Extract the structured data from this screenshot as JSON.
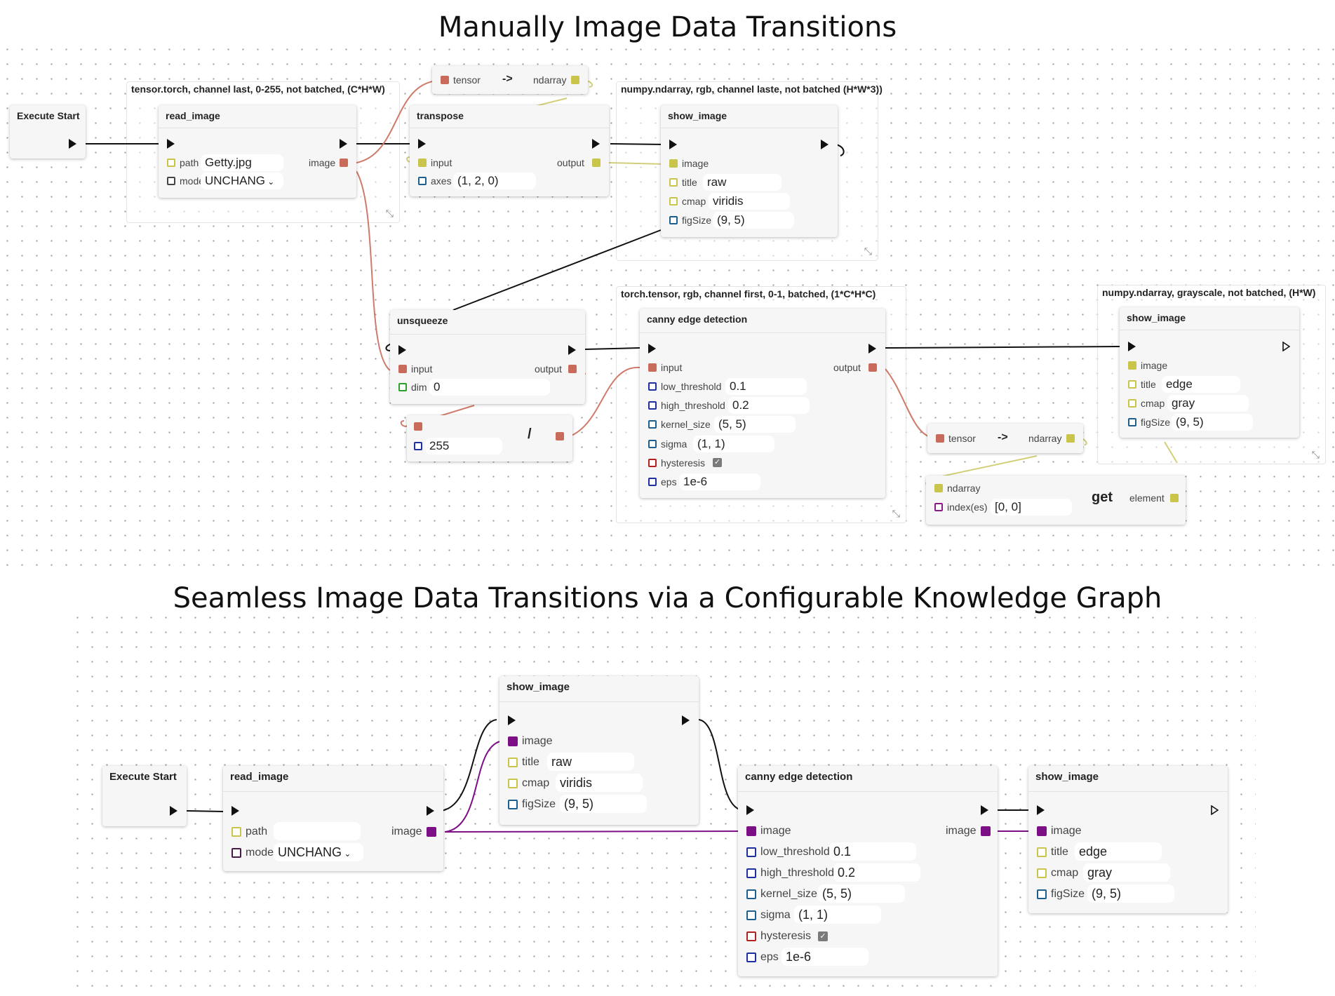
{
  "headings": {
    "top": "Manually Image Data Transitions",
    "bottom": "Seamless Image Data Transitions via a Configurable Knowledge Graph"
  },
  "colors": {
    "tensor": "#c86b5b",
    "ndarray": "#c9c44a",
    "image_purple": "#7d0f86",
    "exec": "#111111",
    "wire_tensor": "#cf7a6a",
    "wire_ndarray": "#d2cf7a",
    "wire_exec": "#111111"
  },
  "top": {
    "groups": {
      "g1": "tensor.torch, channel last, 0-255, not batched, (C*H*W)",
      "g2": "numpy.ndarray,  rgb, channel laste, not batched (H*W*3))",
      "g3": "torch.tensor, rgb, channel first, 0-1, batched, (1*C*H*C)",
      "g4": "numpy.ndarray, grayscale, not batched, (H*W)"
    },
    "execute_start": {
      "title": "Execute Start"
    },
    "read_image": {
      "title": "read_image",
      "path_label": "path",
      "path_value": "Getty.jpg",
      "mode_label": "mode",
      "mode_value": "UNCHANG",
      "out_label": "image"
    },
    "conv1": {
      "left": "tensor",
      "arrow": "->",
      "right": "ndarray"
    },
    "transpose": {
      "title": "transpose",
      "input_label": "input",
      "output_label": "output",
      "axes_label": "axes",
      "axes_value": "(1, 2, 0)"
    },
    "show1": {
      "title": "show_image",
      "image_label": "image",
      "title_label": "title",
      "title_value": "raw",
      "cmap_label": "cmap",
      "cmap_value": "viridis",
      "fig_label": "figSize",
      "fig_value": "(9, 5)"
    },
    "unsqueeze": {
      "title": "unsqueeze",
      "input_label": "input",
      "output_label": "output",
      "dim_label": "dim",
      "dim_value": "0"
    },
    "divide": {
      "value": "255",
      "op": "/"
    },
    "canny": {
      "title": "canny edge detection",
      "input_label": "input",
      "output_label": "output",
      "low_label": "low_threshold",
      "low_value": "0.1",
      "high_label": "high_threshold",
      "high_value": "0.2",
      "kernel_label": "kernel_size",
      "kernel_value": "(5, 5)",
      "sigma_label": "sigma",
      "sigma_value": "(1, 1)",
      "hyst_label": "hysteresis",
      "hyst_check": "✓",
      "eps_label": "eps",
      "eps_value": "1e-6"
    },
    "conv2": {
      "left": "tensor",
      "arrow": "->",
      "right": "ndarray"
    },
    "get": {
      "ndarray_label": "ndarray",
      "index_label": "index(es)",
      "index_value": "[0, 0]",
      "op": "get",
      "element_label": "element"
    },
    "show2": {
      "title": "show_image",
      "image_label": "image",
      "title_label": "title",
      "title_value": "edge",
      "cmap_label": "cmap",
      "cmap_value": "gray",
      "fig_label": "figSize",
      "fig_value": "(9, 5)"
    }
  },
  "bottom": {
    "execute_start": {
      "title": "Execute Start"
    },
    "read_image": {
      "title": "read_image",
      "path_label": "path",
      "path_value": "",
      "mode_label": "mode",
      "mode_value": "UNCHANG",
      "out_label": "image"
    },
    "show1": {
      "title": "show_image",
      "image_label": "image",
      "title_label": "title",
      "title_value": "raw",
      "cmap_label": "cmap",
      "cmap_value": "viridis",
      "fig_label": "figSize",
      "fig_value": "(9, 5)"
    },
    "canny": {
      "title": "canny edge detection",
      "image_label": "image",
      "out_label": "image",
      "low_label": "low_threshold",
      "low_value": "0.1",
      "high_label": "high_threshold",
      "high_value": "0.2",
      "kernel_label": "kernel_size",
      "kernel_value": "(5, 5)",
      "sigma_label": "sigma",
      "sigma_value": "(1, 1)",
      "hyst_label": "hysteresis",
      "hyst_check": "✓",
      "eps_label": "eps",
      "eps_value": "1e-6"
    },
    "show2": {
      "title": "show_image",
      "image_label": "image",
      "title_label": "title",
      "title_value": "edge",
      "cmap_label": "cmap",
      "cmap_value": "gray",
      "fig_label": "figSize",
      "fig_value": "(9, 5)"
    }
  }
}
